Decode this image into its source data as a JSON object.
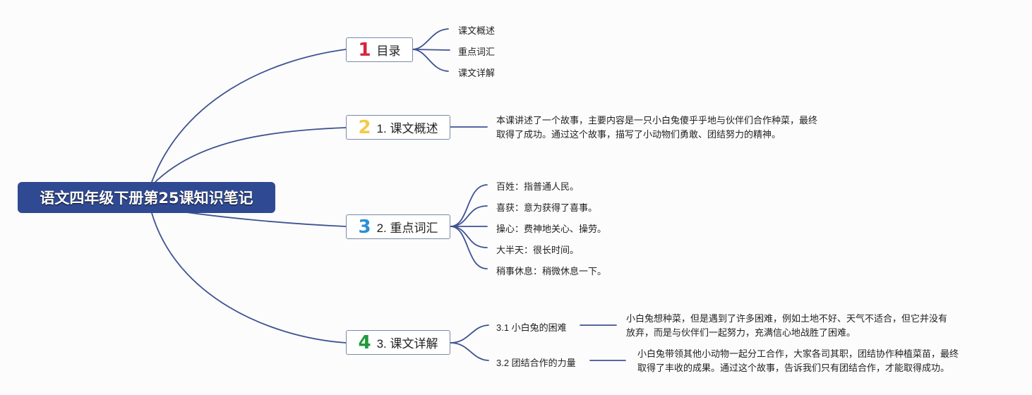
{
  "root": {
    "title": "语文四年级下册第25课知识笔记"
  },
  "branches": [
    {
      "number": "1",
      "number_color": "#d7263d",
      "label": "目录",
      "children": [
        "课文概述",
        "重点词汇",
        "课文详解"
      ]
    },
    {
      "number": "2",
      "number_color": "#f2c94c",
      "label": "1. 课文概述",
      "text_lines": [
        "本课讲述了一个故事，主要内容是一只小白兔傻乎乎地与伙伴们合作种菜，最终",
        "取得了成功。通过这个故事，描写了小动物们勇敢、团结努力的精神。"
      ]
    },
    {
      "number": "3",
      "number_color": "#2b8fd6",
      "label": "2. 重点词汇",
      "children": [
        "百姓：指普通人民。",
        "喜获：意为获得了喜事。",
        "操心：费神地关心、操劳。",
        "大半天：很长时间。",
        "稍事休息：稍微休息一下。"
      ]
    },
    {
      "number": "4",
      "number_color": "#1f9a3c",
      "label": "3. 课文详解",
      "subsections": [
        {
          "title": "3.1 小白兔的困难",
          "text_lines": [
            "小白兔想种菜，但是遇到了许多困难，例如土地不好、天气不适合，但它并没有",
            "放弃，而是与伙伴们一起努力，充满信心地战胜了困难。"
          ]
        },
        {
          "title": "3.2 团结合作的力量",
          "text_lines": [
            "小白兔带领其他小动物一起分工合作，大家各司其职，团结协作种植菜苗，最终",
            "取得了丰收的成果。通过这个故事，告诉我们只有团结合作，才能取得成功。"
          ]
        }
      ]
    }
  ],
  "colors": {
    "line": "#3e5390",
    "root_fill": "#2f4a92",
    "box_border": "#7a8aa6"
  }
}
